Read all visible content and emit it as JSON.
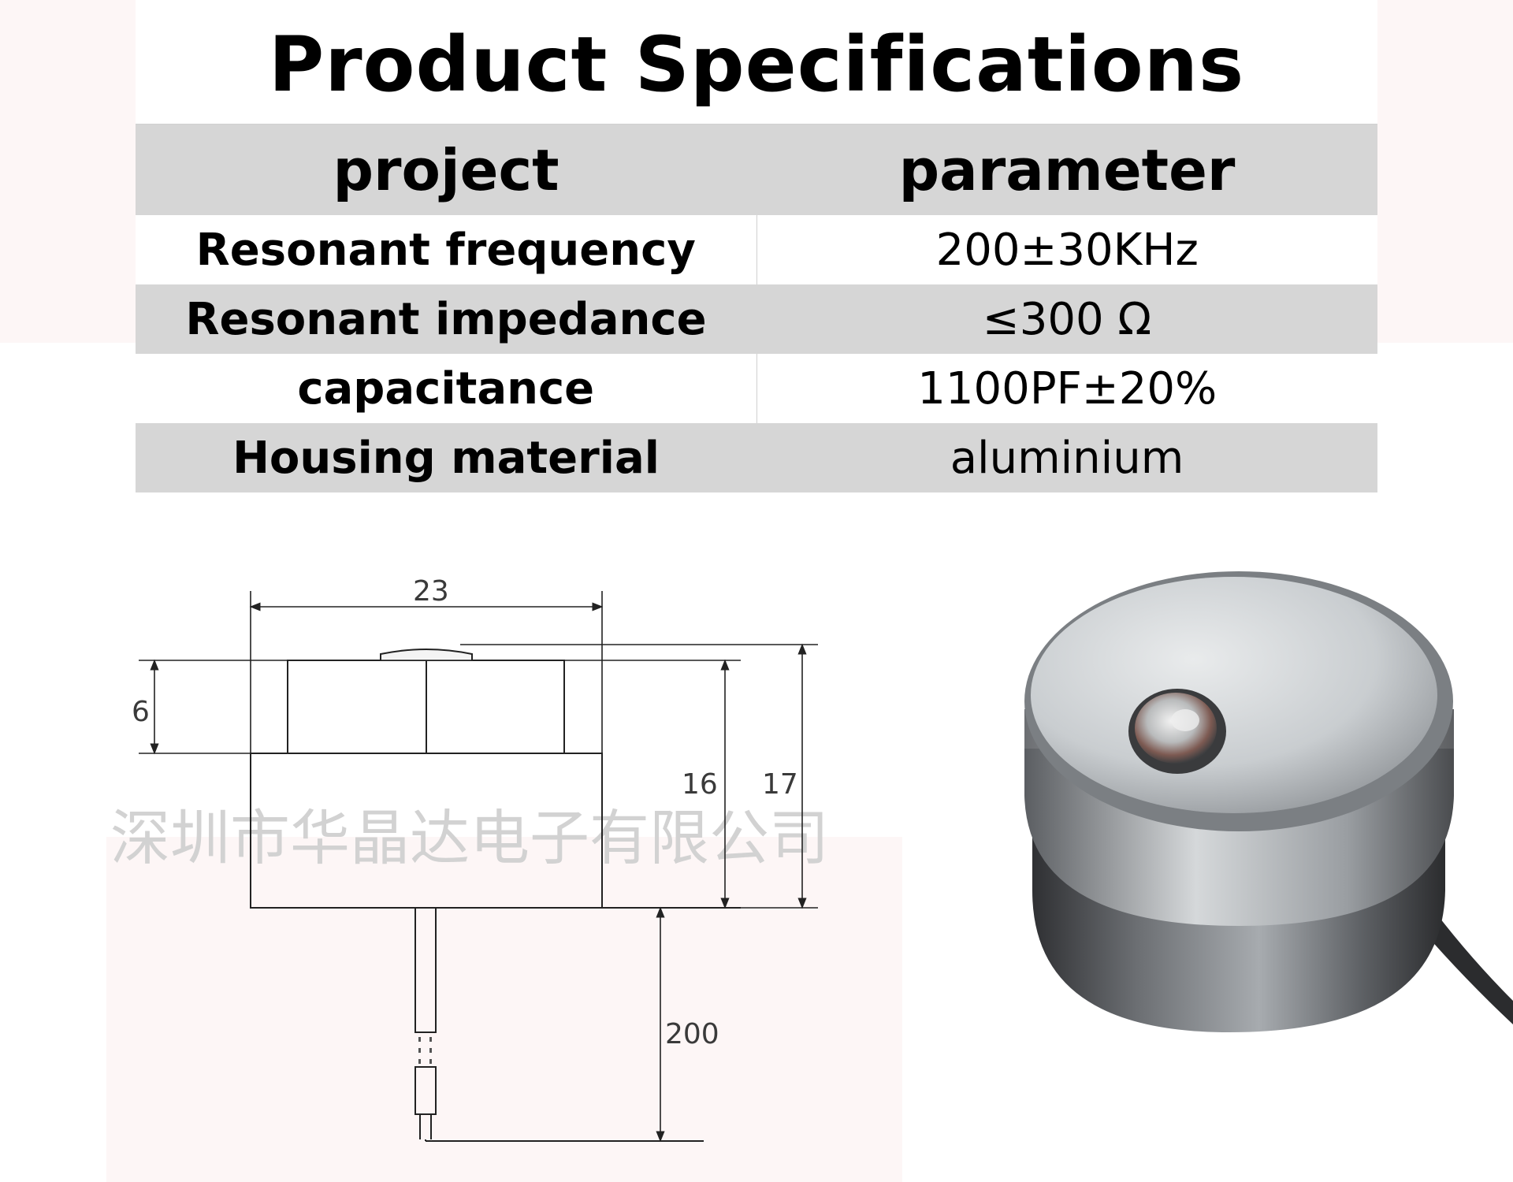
{
  "table": {
    "title": "Product Specifications",
    "headers": [
      "project",
      "parameter"
    ],
    "rows": [
      {
        "label": "Resonant frequency",
        "value": "200±30KHz"
      },
      {
        "label": "Resonant impedance",
        "value": "≤300 Ω"
      },
      {
        "label": "capacitance",
        "value": "1100PF±20%"
      },
      {
        "label": "Housing material",
        "value": "aluminium"
      }
    ]
  },
  "drawing": {
    "dimensions": {
      "width": "23",
      "cap_height": "6",
      "body_height": "16",
      "total_height": "17",
      "cable_length": "200"
    }
  },
  "watermark": "深圳市华晶达电子有限公司",
  "photo": {
    "subject": "ultrasonic-transducer-photo",
    "colors": {
      "metal": "#b9bdc1",
      "dark": "#3c3d40"
    }
  }
}
